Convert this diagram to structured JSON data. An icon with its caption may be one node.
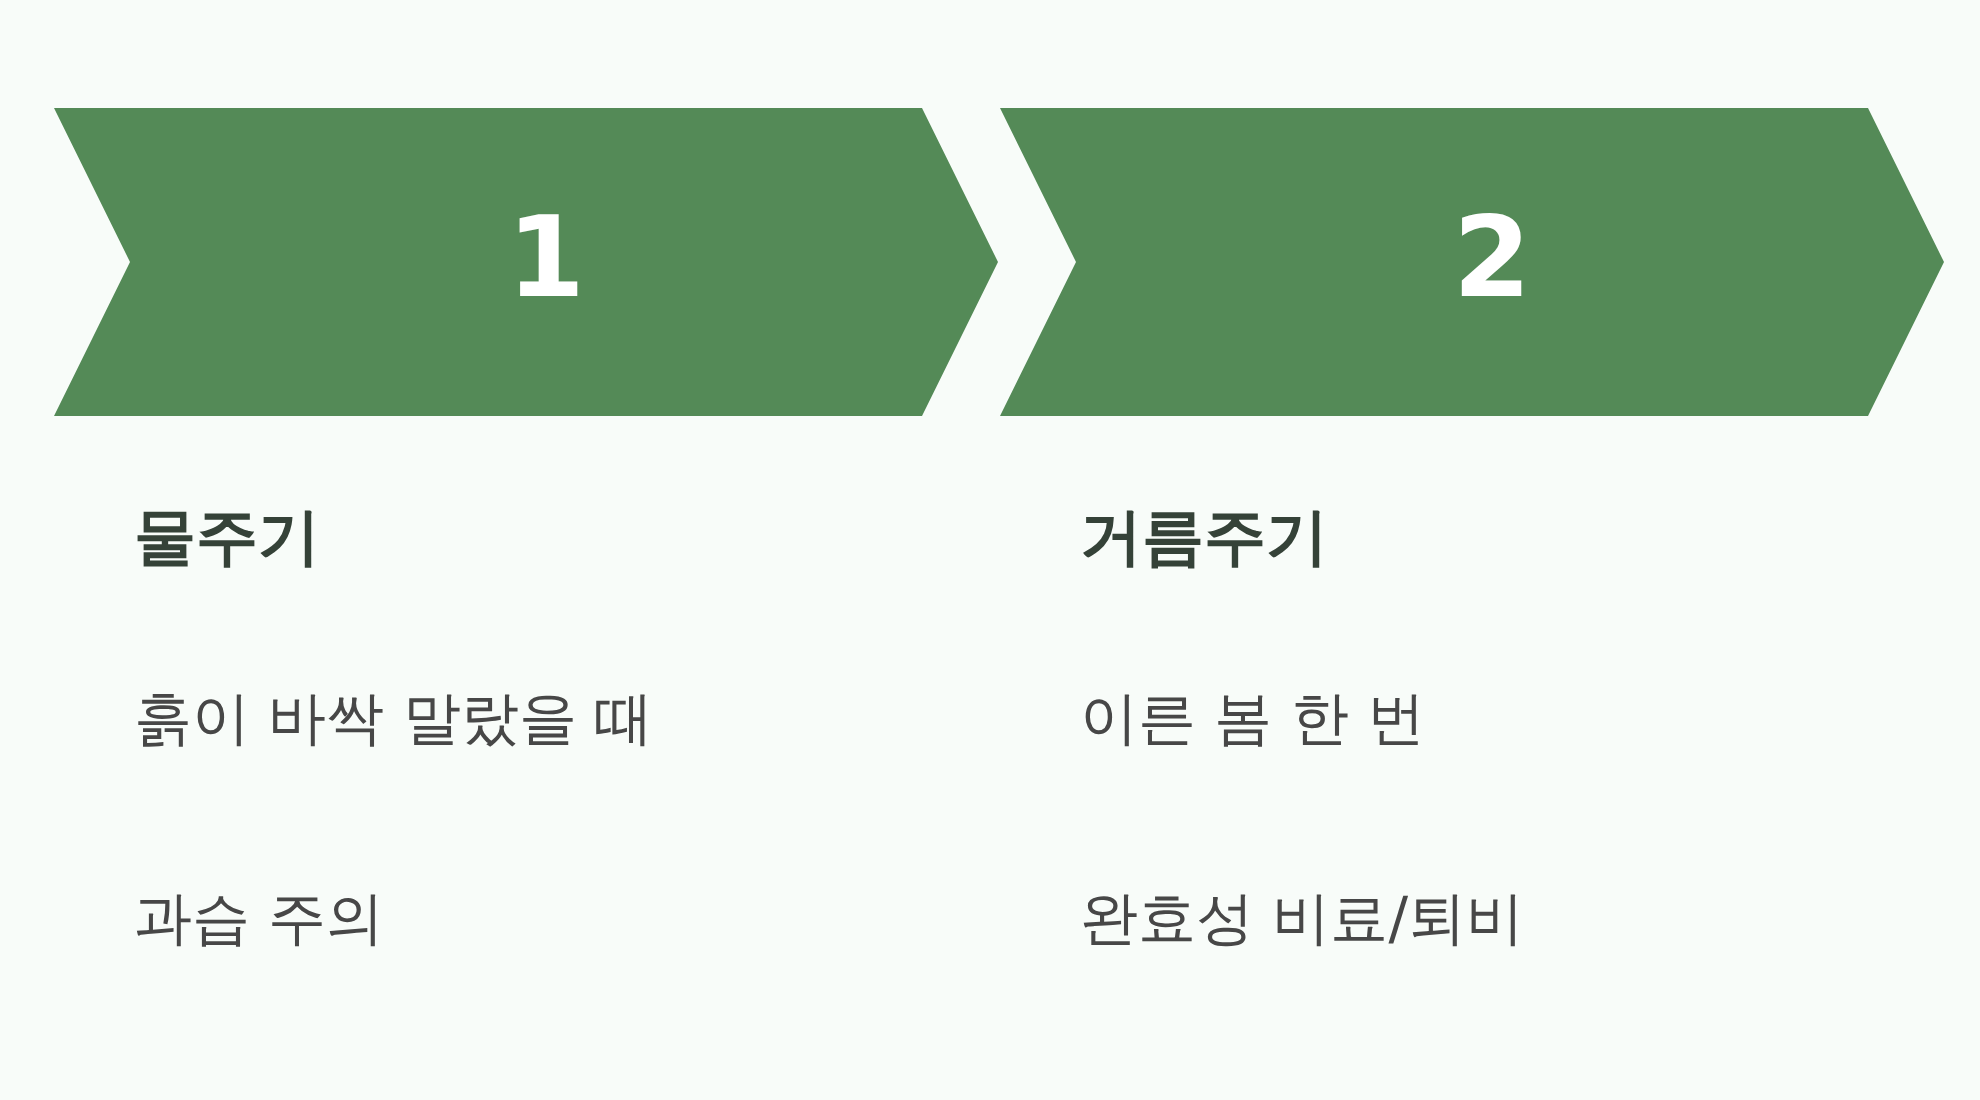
{
  "diagram": {
    "nodes": [
      {
        "text": [
          "1"
        ],
        "beside": [
          "물주기",
          "흙이 바싹 말랐을 때",
          "과습 주의"
        ]
      },
      {
        "text": [
          "2"
        ],
        "beside": [
          "거름주기",
          "이른 봄 한 번",
          "완효성 비료/퇴비"
        ]
      }
    ]
  }
}
